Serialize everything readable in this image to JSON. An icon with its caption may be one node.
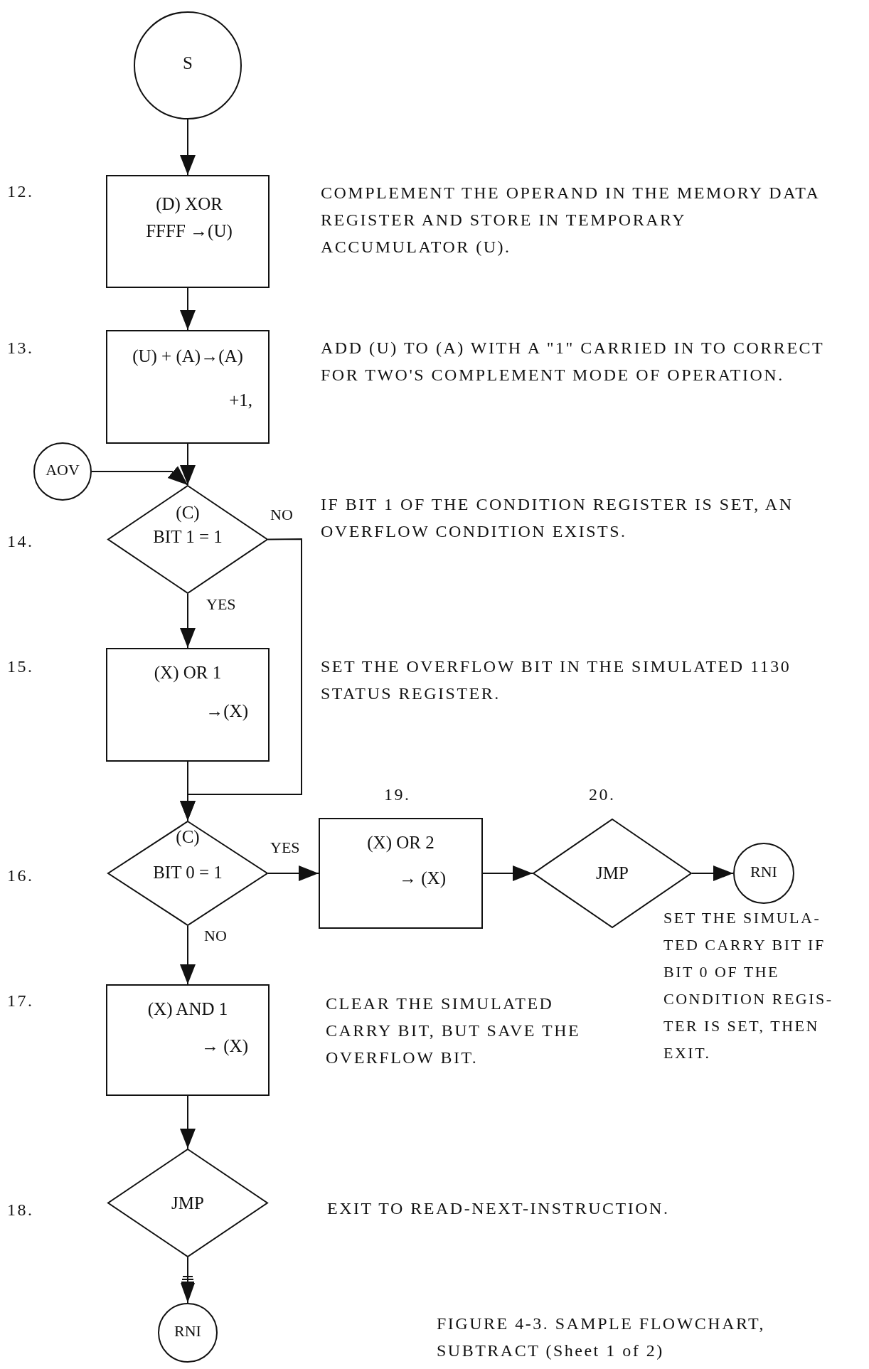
{
  "diagram": {
    "caption": "FIGURE 4-3. SAMPLE FLOWCHART, SUBTRACT (Sheet 1 of 2)",
    "nodes": [
      {
        "text": [
          "S"
        ]
      },
      {
        "text": [
          "(D) XOR FFFF →(U)"
        ],
        "beside": [
          "COMPLEMENT THE OPERAND IN THE MEMORY DATA REGISTER AND STORE IN TEMPORARY ACCUMULATOR (U)."
        ]
      },
      {
        "text": [
          "(U) + (A)→(A)",
          "+1,"
        ],
        "beside": [
          "ADD (U) TO (A) WITH A \"1\" CARRIED IN TO CORRECT FOR TWO'S COMPLEMENT MODE OF OPERATION."
        ]
      },
      {
        "text": [
          "AOV"
        ]
      },
      {
        "text": [
          "(C)",
          "BIT 1 = 1"
        ],
        "beside": [
          "IF BIT 1 OF THE CONDITION REGISTER IS SET, AN OVERFLOW CONDITION EXISTS."
        ]
      },
      {
        "text": [
          "(X) OR 1",
          "→(X)"
        ],
        "beside": [
          "SET THE OVERFLOW BIT IN THE SIMULATED 1130 STATUS REGISTER."
        ]
      },
      {
        "text": [
          "(C)",
          "BIT 0 = 1"
        ]
      },
      {
        "text": [
          "(X) OR 2",
          "→ (X)"
        ],
        "beside": [
          "19."
        ]
      },
      {
        "text": [
          "JMP"
        ],
        "beside": [
          "20.",
          "SET THE SIMULA- TED CARRY BIT IF BIT 0 OF THE CONDITION REGIS- TER IS SET, THEN EXIT."
        ]
      },
      {
        "text": [
          "RNI"
        ]
      },
      {
        "text": [
          "(X) AND 1",
          "→ (X)"
        ],
        "beside": [
          "CLEAR THE SIMULATED CARRY BIT, BUT SAVE THE OVERFLOW BIT."
        ]
      },
      {
        "text": [
          "JMP"
        ],
        "beside": [
          "EXIT TO READ-NEXT-INSTRUCTION."
        ]
      },
      {
        "text": [
          "RNI"
        ]
      }
    ],
    "edges": [
      {
        "from": 0,
        "to": 1,
        "arrow": "to"
      },
      {
        "from": 1,
        "to": 2,
        "arrow": "to"
      },
      {
        "from": 2,
        "to": 4,
        "arrow": "to"
      },
      {
        "from": 3,
        "to": 4,
        "arrow": "to"
      },
      {
        "from": 4,
        "to": 5,
        "arrow": "to",
        "label": "YES"
      },
      {
        "from": 4,
        "to": 6,
        "arrow": "to",
        "label": "NO"
      },
      {
        "from": 5,
        "to": 6,
        "arrow": "to"
      },
      {
        "from": 6,
        "to": 7,
        "arrow": "to",
        "label": "YES"
      },
      {
        "from": 7,
        "to": 8,
        "arrow": "to"
      },
      {
        "from": 8,
        "to": 9,
        "arrow": "to"
      },
      {
        "from": 6,
        "to": 10,
        "arrow": "to",
        "label": "NO"
      },
      {
        "from": 10,
        "to": 11,
        "arrow": "to"
      },
      {
        "from": 11,
        "to": 12,
        "arrow": "to"
      }
    ],
    "labels": [
      "12.",
      "13.",
      "14.",
      "15.",
      "16.",
      "17.",
      "18."
    ]
  }
}
